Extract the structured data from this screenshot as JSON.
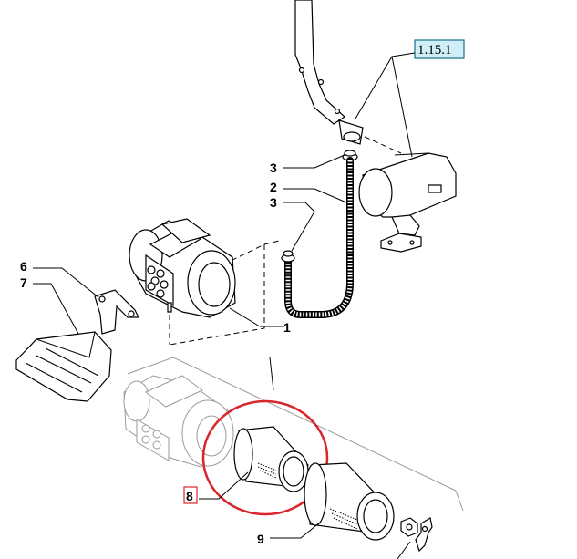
{
  "diagram": {
    "callouts": {
      "ref": "1.15.1",
      "c1": "1",
      "c2": "2",
      "c3a": "3",
      "c3b": "3",
      "c6": "6",
      "c7": "7",
      "c8": "8",
      "c9": "9"
    },
    "colors": {
      "ref_box_fill": "#cfeef7",
      "ref_box_stroke": "#1a6f88",
      "highlight_circle": "#d9262c",
      "box8_stroke": "#d9262c",
      "line": "#000000",
      "grey_parts": "#9a9a9a"
    }
  }
}
